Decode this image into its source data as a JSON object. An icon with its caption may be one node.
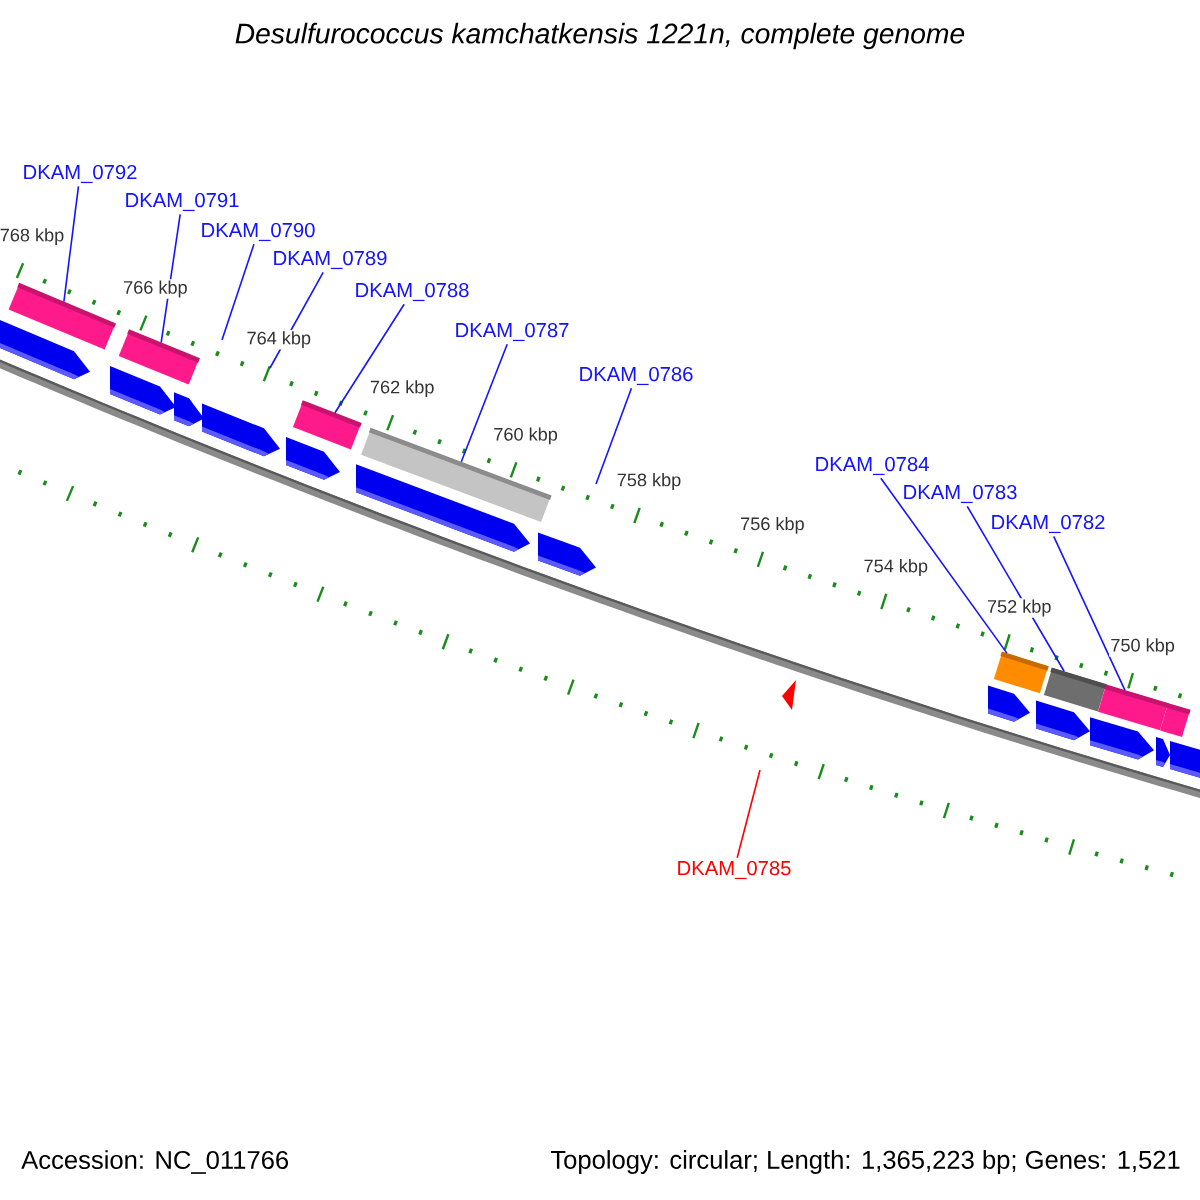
{
  "diagram": {
    "title": "Desulfurococcus kamchatkensis 1221n, complete genome",
    "nodes": [
      {
        "text": [
          "DKAM_0792"
        ]
      },
      {
        "text": [
          "DKAM_0791"
        ]
      },
      {
        "text": [
          "DKAM_0790"
        ]
      },
      {
        "text": [
          "DKAM_0789"
        ]
      },
      {
        "text": [
          "DKAM_0788"
        ]
      },
      {
        "text": [
          "DKAM_0787"
        ]
      },
      {
        "text": [
          "DKAM_0786"
        ]
      },
      {
        "text": [
          "DKAM_0784"
        ]
      },
      {
        "text": [
          "DKAM_0783"
        ]
      },
      {
        "text": [
          "DKAM_0782"
        ]
      },
      {
        "text": [
          "DKAM_0785"
        ]
      },
      {
        "text": [],
        "shape": "bar"
      },
      {
        "text": [],
        "shape": "bar"
      },
      {
        "text": [],
        "shape": "bar"
      },
      {
        "text": [],
        "shape": "bar"
      },
      {
        "text": [],
        "shape": "bar"
      },
      {
        "text": [],
        "shape": "bar"
      },
      {
        "text": [],
        "shape": "bar"
      },
      {
        "text": [],
        "shape": "bar"
      },
      {
        "text": [],
        "shape": "pentagon"
      },
      {
        "text": [],
        "shape": "pentagon"
      },
      {
        "text": [],
        "shape": "pentagon"
      },
      {
        "text": [],
        "shape": "pentagon"
      },
      {
        "text": [],
        "shape": "pentagon"
      },
      {
        "text": [],
        "shape": "pentagon"
      },
      {
        "text": [],
        "shape": "pentagon"
      },
      {
        "text": [],
        "shape": "pentagon"
      },
      {
        "text": [],
        "shape": "pentagon"
      },
      {
        "text": [],
        "shape": "pentagon"
      },
      {
        "text": [],
        "shape": "pentagon"
      },
      {
        "text": [],
        "shape": "pentagon"
      },
      {
        "text": [],
        "shape": "triangle"
      }
    ],
    "edges": [
      {
        "from": 0,
        "to": 11,
        "arrow": "none"
      },
      {
        "from": 1,
        "to": 12,
        "arrow": "none"
      },
      {
        "from": 2,
        "to": null,
        "arrow": "none"
      },
      {
        "from": 3,
        "to": null,
        "arrow": "none"
      },
      {
        "from": 4,
        "to": 13,
        "arrow": "none"
      },
      {
        "from": 5,
        "to": 14,
        "arrow": "none"
      },
      {
        "from": 6,
        "to": null,
        "arrow": "none"
      },
      {
        "from": 7,
        "to": 15,
        "arrow": "none"
      },
      {
        "from": 8,
        "to": 16,
        "arrow": "none"
      },
      {
        "from": 9,
        "to": 17,
        "arrow": "none"
      },
      {
        "from": 10,
        "to": null,
        "arrow": "none",
        "color": "#ff0000"
      }
    ],
    "labels": [
      "768 kbp",
      "766 kbp",
      "764 kbp",
      "762 kbp",
      "760 kbp",
      "758 kbp",
      "756 kbp",
      "754 kbp",
      "752 kbp",
      "750 kbp",
      "Accession: NC_011766",
      "Topology: circular; Length: 1,365,223 bp; Genes: 1,521"
    ]
  }
}
